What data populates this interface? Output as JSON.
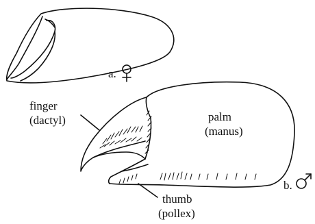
{
  "labels": {
    "female_claw": "a.",
    "male_claw": "b.",
    "finger": "finger",
    "finger_latin": "(dactyl)",
    "palm": "palm",
    "palm_latin": "(manus)",
    "thumb": "thumb",
    "thumb_latin": "(pollex)"
  },
  "symbols": {
    "female": "female-symbol-icon",
    "male": "male-symbol-icon"
  },
  "colors": {
    "ink": "#111111",
    "background": "#ffffff"
  }
}
